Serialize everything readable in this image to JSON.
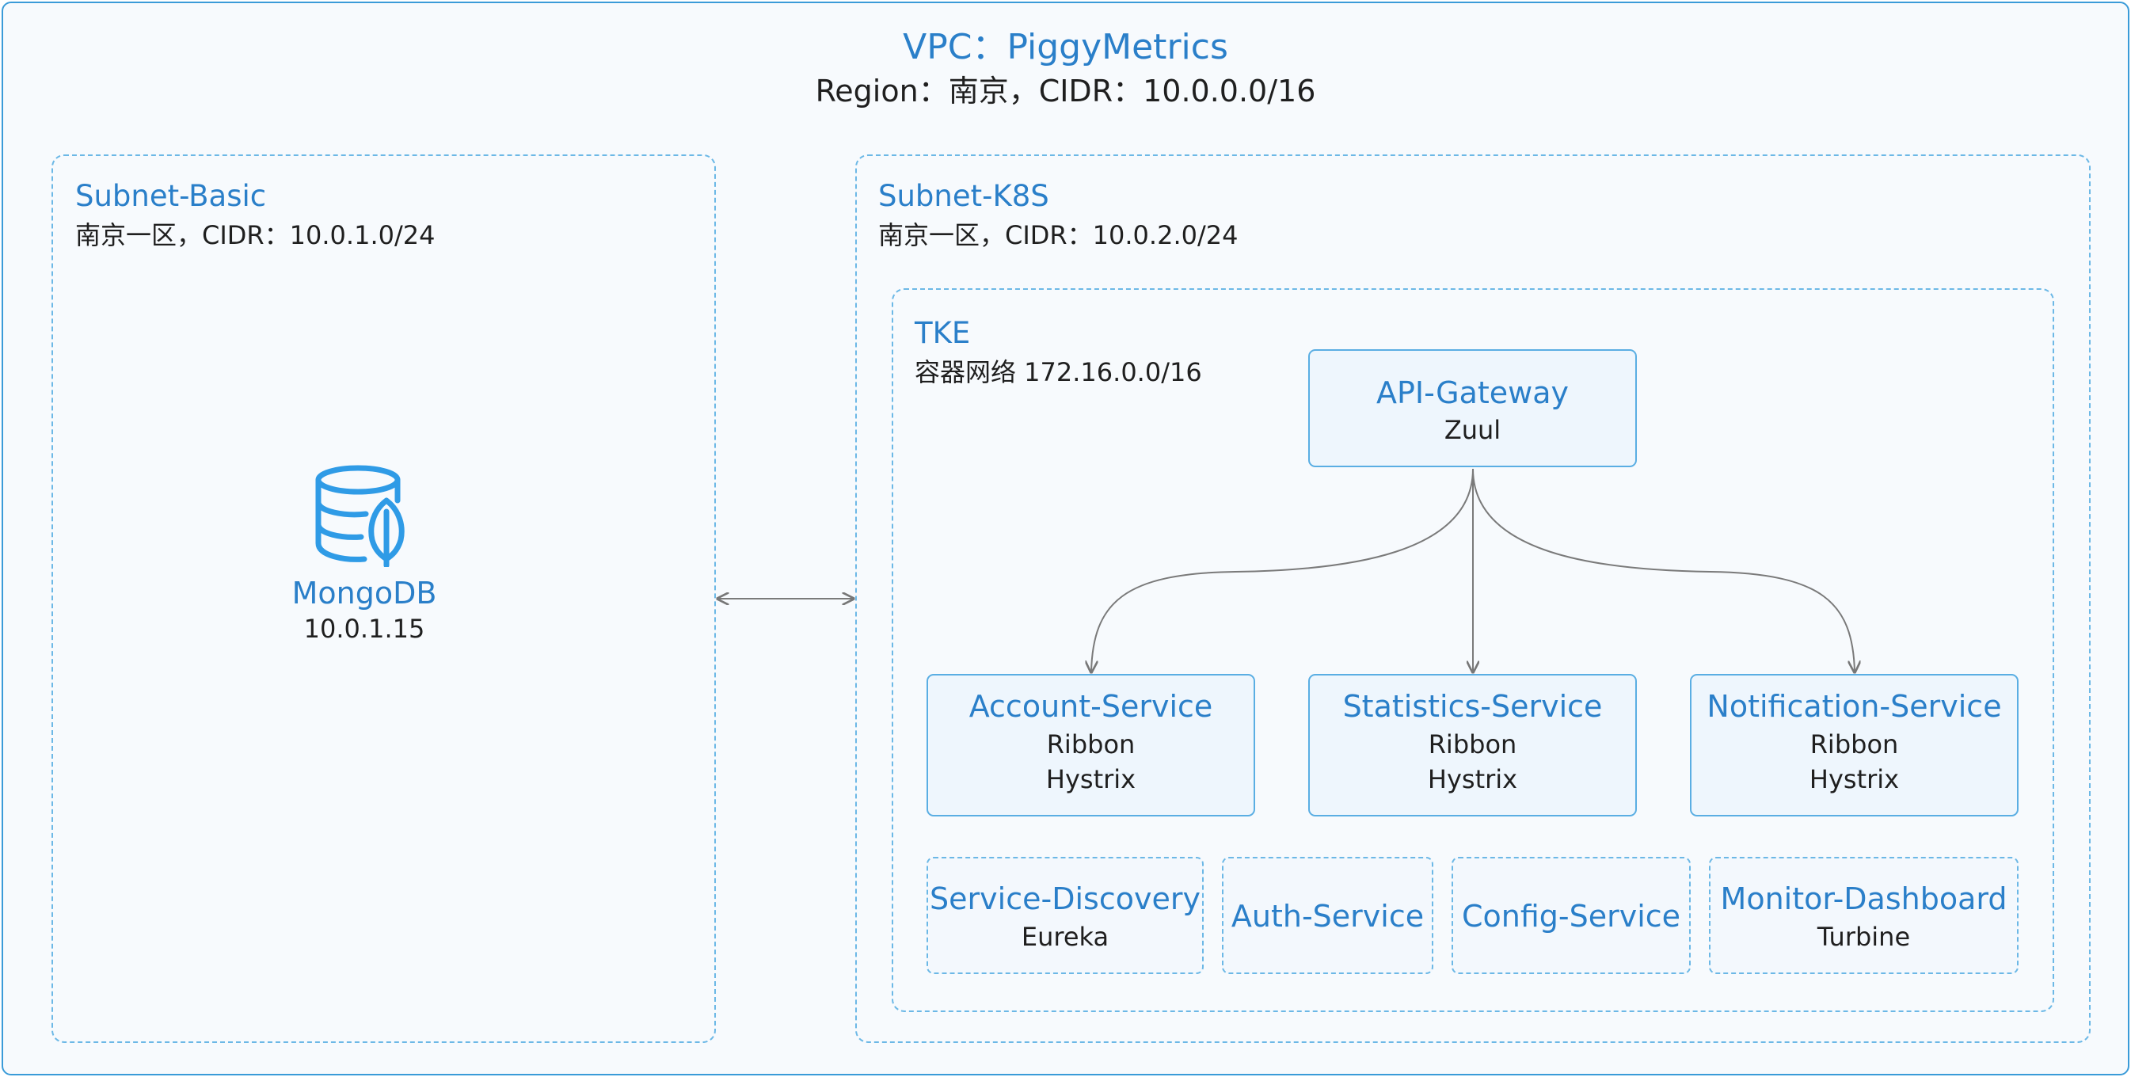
{
  "vpc": {
    "title": "VPC：PiggyMetrics",
    "subtitle": "Region：南京，CIDR：10.0.0.0/16"
  },
  "subnet_basic": {
    "title": "Subnet-Basic",
    "info": "南京一区，CIDR：10.0.1.0/24",
    "mongodb": {
      "name": "MongoDB",
      "ip": "10.0.1.15",
      "icon": "mongodb-icon"
    }
  },
  "subnet_k8s": {
    "title": "Subnet-K8S",
    "info": "南京一区，CIDR：10.0.2.0/24",
    "tke": {
      "title": "TKE",
      "info": "容器网络 172.16.0.0/16",
      "gateway": {
        "title": "API-Gateway",
        "sub": "Zuul"
      },
      "services": [
        {
          "title": "Account-Service",
          "line1": "Ribbon",
          "line2": "Hystrix"
        },
        {
          "title": "Statistics-Service",
          "line1": "Ribbon",
          "line2": "Hystrix"
        },
        {
          "title": "Notification-Service",
          "line1": "Ribbon",
          "line2": "Hystrix"
        }
      ],
      "infra": [
        {
          "title": "Service-Discovery",
          "sub": "Eureka"
        },
        {
          "title": "Auth-Service",
          "sub": ""
        },
        {
          "title": "Config-Service",
          "sub": ""
        },
        {
          "title": "Monitor-Dashboard",
          "sub": "Turbine"
        }
      ]
    }
  },
  "colors": {
    "accent": "#2a7fc9",
    "border": "#3a9bd8",
    "dashed": "#6cb8e6",
    "arrow": "#777777"
  }
}
